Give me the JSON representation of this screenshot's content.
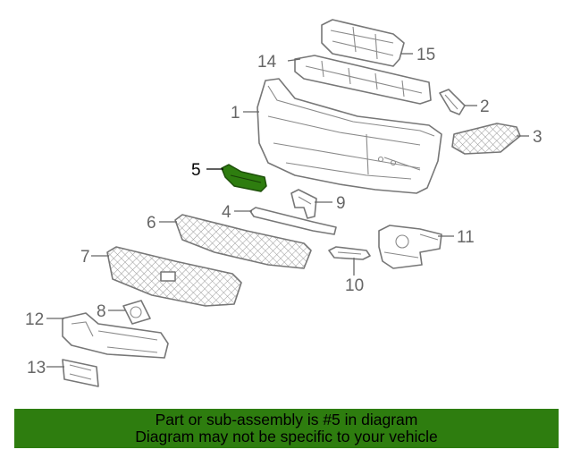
{
  "highlight_color": "#2e7d0f",
  "highlighted_part": "5",
  "callouts": {
    "c1": "1",
    "c2": "2",
    "c3": "3",
    "c4": "4",
    "c5": "5",
    "c6": "6",
    "c7": "7",
    "c8": "8",
    "c9": "9",
    "c10": "10",
    "c11": "11",
    "c12": "12",
    "c13": "13",
    "c14": "14",
    "c15": "15"
  },
  "banner": {
    "line1": "Part or sub-assembly is #5 in diagram",
    "line2": "Diagram may not be specific to your vehicle"
  }
}
